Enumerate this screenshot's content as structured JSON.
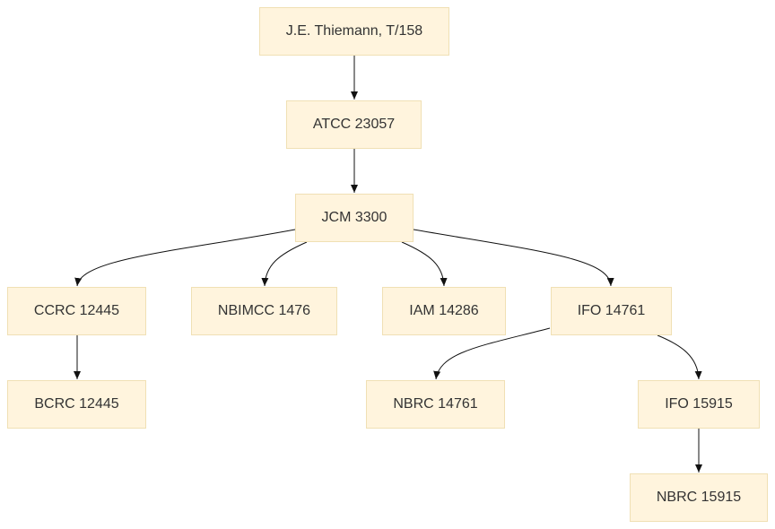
{
  "nodes": [
    {
      "id": "n1",
      "label": "J.E. Thiemann, T/158"
    },
    {
      "id": "n2",
      "label": "ATCC 23057"
    },
    {
      "id": "n3",
      "label": "JCM 3300"
    },
    {
      "id": "n4",
      "label": "CCRC 12445"
    },
    {
      "id": "n5",
      "label": "NBIMCC 1476"
    },
    {
      "id": "n6",
      "label": "IAM 14286"
    },
    {
      "id": "n7",
      "label": "IFO 14761"
    },
    {
      "id": "n8",
      "label": "BCRC 12445"
    },
    {
      "id": "n9",
      "label": "NBRC 14761"
    },
    {
      "id": "n10",
      "label": "IFO 15915"
    },
    {
      "id": "n11",
      "label": "NBRC 15915"
    }
  ],
  "edges": [
    {
      "from": "n1",
      "to": "n2"
    },
    {
      "from": "n2",
      "to": "n3"
    },
    {
      "from": "n3",
      "to": "n4"
    },
    {
      "from": "n3",
      "to": "n5"
    },
    {
      "from": "n3",
      "to": "n6"
    },
    {
      "from": "n3",
      "to": "n7"
    },
    {
      "from": "n4",
      "to": "n8"
    },
    {
      "from": "n7",
      "to": "n9"
    },
    {
      "from": "n7",
      "to": "n10"
    },
    {
      "from": "n10",
      "to": "n11"
    }
  ],
  "colors": {
    "node_fill": "#fff4dd",
    "node_border": "#f0e0b4",
    "node_text": "#333333",
    "edge": "#111111"
  }
}
